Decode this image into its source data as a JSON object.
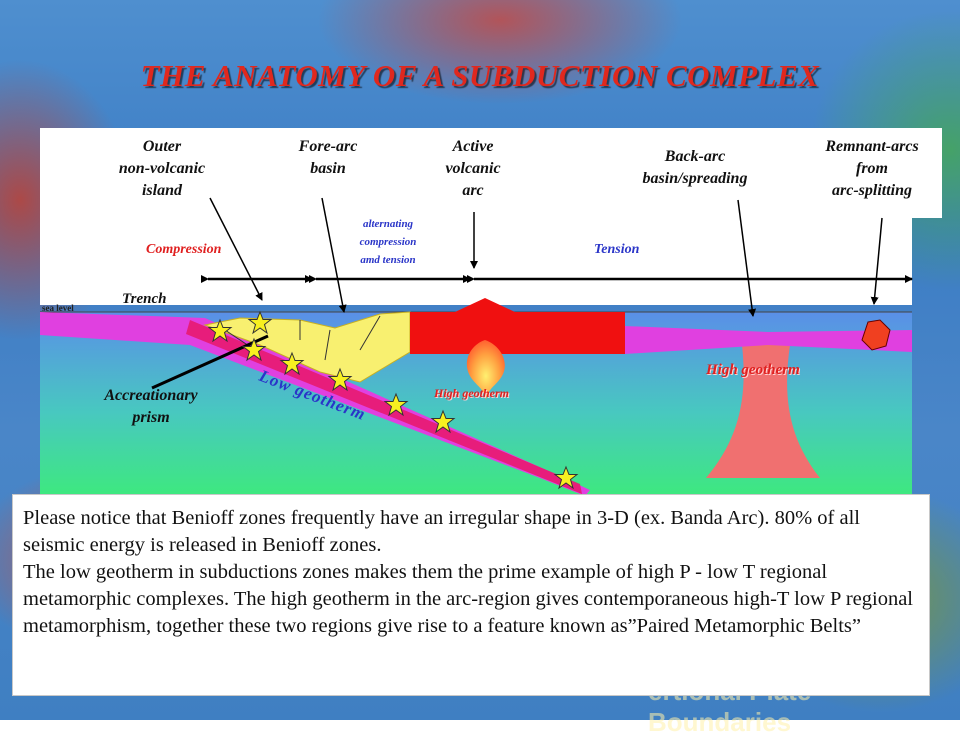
{
  "title": "THE ANATOMY OF A SUBDUCTION COMPLEX",
  "labels": {
    "outer_island": [
      "Outer",
      "non-volcanic",
      "island"
    ],
    "fore_arc": [
      "Fore-arc",
      "basin"
    ],
    "active_arc": [
      "Active",
      "volcanic",
      "arc"
    ],
    "back_arc": [
      "Back-arc",
      "basin/spreading"
    ],
    "remnant": [
      "Remnant-arcs",
      "from",
      "arc-splitting"
    ],
    "alternating": [
      "alternating",
      "compression",
      "amd tension"
    ],
    "compression": "Compression",
    "tension": "Tension",
    "trench": "Trench",
    "sea_level": "sea level",
    "accretionary": [
      "Accreationary",
      "prism"
    ],
    "low_geotherm": "Low geotherm",
    "high_geotherm_arc": "High geotherm",
    "high_geotherm_backarc": "High geotherm"
  },
  "body_text": [
    "Please notice that Benioff zones frequently have an irregular shape in 3-D (ex. Banda Arc). 80% of all seismic energy is released in Benioff zones.",
    "The low geotherm in subductions zones makes them the prime example of high P - low T  regional metamorphic complexes. The high geotherm in the arc-region gives contemporaneous high-T low P regional metamorphism, together these two regions give rise to a feature known as”Paired Metamorphic Belts”"
  ],
  "background_text": "ertional Plate Boundaries",
  "colors": {
    "title": "#e0281e",
    "crust_magenta": "#e040e0",
    "prism_yellow": "#f8f070",
    "arc_red": "#f01010",
    "mantle_blue": "#5a8fe8",
    "label_red": "#e02020",
    "label_blue": "#2a35c8"
  }
}
